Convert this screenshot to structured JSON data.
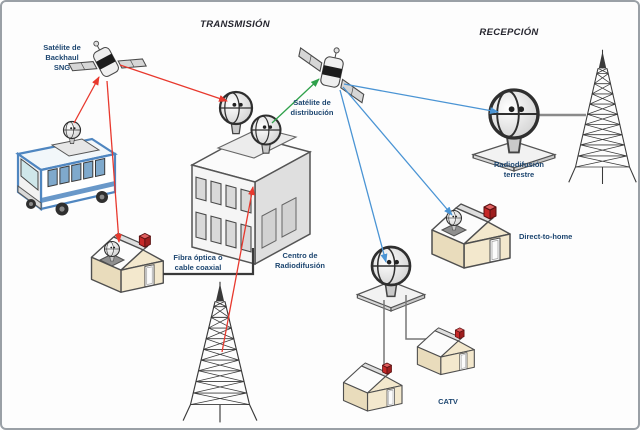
{
  "diagram": {
    "sections": {
      "transmission": "TRANSMISIÓN",
      "reception": "RECEPCIÓN"
    },
    "labels": {
      "backhaul": {
        "l1": "Satélite de",
        "l2": "Backhaul",
        "l3": "SNG"
      },
      "distribution": {
        "l1": "Satélite de",
        "l2": "distribución"
      },
      "fiber": {
        "l1": "Fibra óptica o",
        "l2": "cable coaxial"
      },
      "center": {
        "l1": "Centro de",
        "l2": "Radiodifusión"
      },
      "terrestrial": {
        "l1": "Radiodifusión",
        "l2": "terrestre"
      },
      "dth": "Direct-to-home",
      "catv": "CATV"
    },
    "colors": {
      "uplink_red": "#e8392e",
      "distribution_green": "#2fa14b",
      "reception_blue": "#4a94d4",
      "label_navy": "#1d4670",
      "title_dark": "#26262f",
      "cable_black": "#3a3a3a",
      "cable_gray": "#8a8a8a",
      "house_cream": "#f3e8cd",
      "chimney_red": "#c62828",
      "bus_outline_blue": "#4f86c0"
    }
  }
}
